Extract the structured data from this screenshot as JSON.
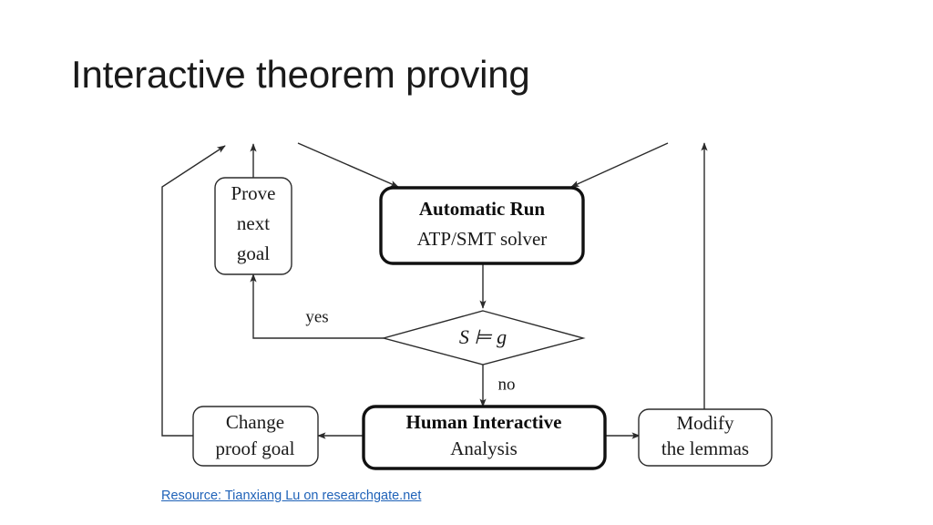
{
  "slide": {
    "title": "Interactive theorem proving",
    "background_color": "#ffffff"
  },
  "diagram": {
    "type": "flowchart",
    "nodes": [
      {
        "id": "prove-next-goal",
        "lines": [
          "Prove",
          "next",
          "goal"
        ],
        "line1": "Prove",
        "line2": "next",
        "line3": "goal",
        "style": "thin-rounded-box"
      },
      {
        "id": "automatic-run",
        "title": "Automatic Run",
        "subtitle": "ATP/SMT solver",
        "style": "thick-rounded-box"
      },
      {
        "id": "decision",
        "label": "S ⊨ g",
        "math_left": "S",
        "math_op": "⊨",
        "math_right": "g",
        "style": "diamond"
      },
      {
        "id": "change-proof-goal",
        "line1": "Change",
        "line2": "proof goal",
        "style": "thin-rounded-box"
      },
      {
        "id": "human-interactive",
        "title": "Human Interactive",
        "subtitle": "Analysis",
        "style": "thick-rounded-box"
      },
      {
        "id": "modify-the-lemmas",
        "line1": "Modify",
        "line2": "the lemmas",
        "style": "thin-rounded-box"
      }
    ],
    "edge_labels": {
      "yes": "yes",
      "no": "no"
    },
    "line_color": "#2b2b2b"
  },
  "source": {
    "label": "Resource: Tianxiang Lu on researchgate.net",
    "color": "#1f62b8"
  }
}
